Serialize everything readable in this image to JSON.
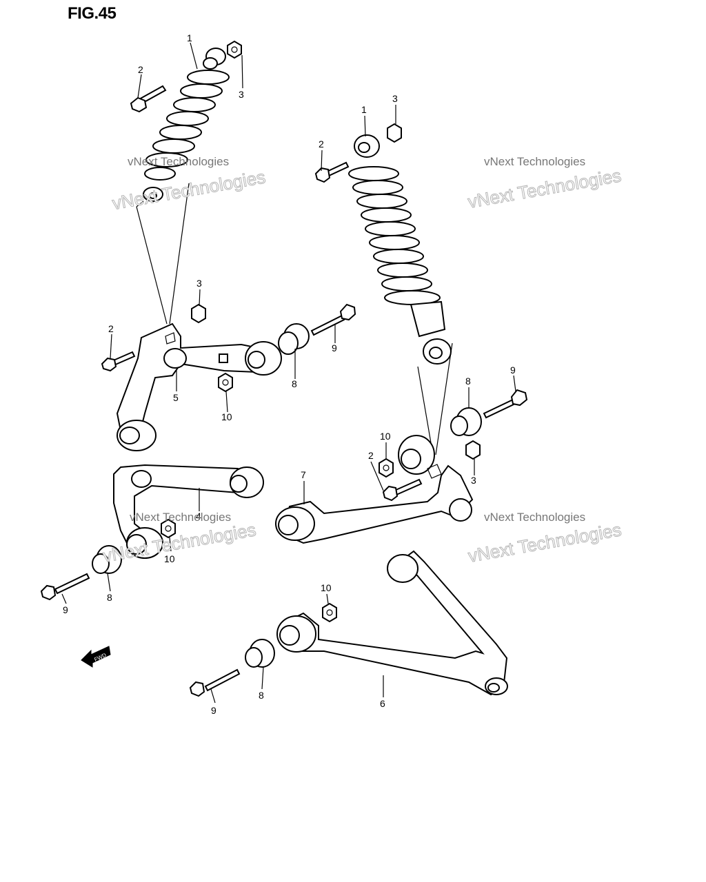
{
  "figure": {
    "title": "FIG.45",
    "fwd_label": "FWD"
  },
  "watermarks": [
    {
      "line1": "vNext Technologies",
      "line2": "vNext Technologies"
    },
    {
      "line1": "vNext Technologies",
      "line2": "vNext Technologies"
    },
    {
      "line1": "vNext Technologies",
      "line2": "vNext Technologies"
    },
    {
      "line1": "vNext Technologies",
      "line2": "vNext Technologies"
    }
  ],
  "callouts": {
    "c1a": "1",
    "c2a": "2",
    "c3a": "3",
    "c1b": "1",
    "c2b": "2",
    "c3b": "3",
    "c3c": "3",
    "c2c": "2",
    "c9a": "9",
    "c8a": "8",
    "c5": "5",
    "c10a": "10",
    "c9b": "9",
    "c8b": "8",
    "c10b": "10",
    "c2d": "2",
    "c3d": "3",
    "c7": "7",
    "c4": "4",
    "c10c": "10",
    "c9c": "9",
    "c8c": "8",
    "c10d": "10",
    "c8d": "8",
    "c9d": "9",
    "c6": "6"
  }
}
